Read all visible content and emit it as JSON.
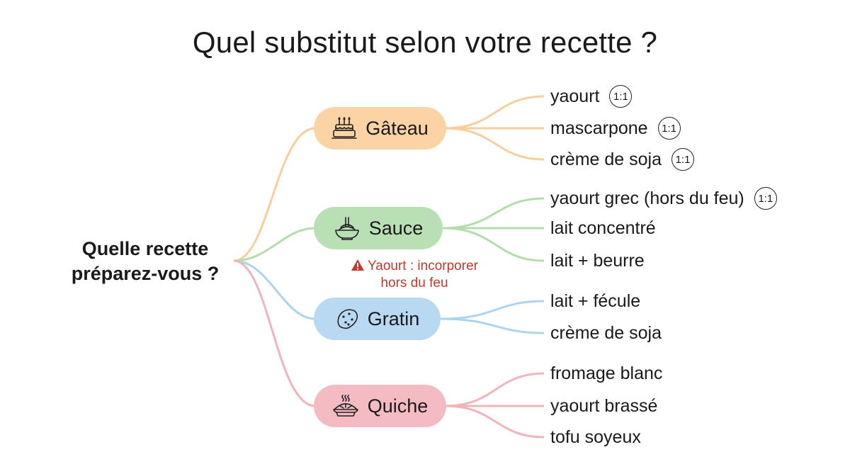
{
  "title": "Quel substitut selon votre recette ?",
  "root": {
    "line1": "Quelle recette",
    "line2": "préparez-vous ?"
  },
  "categories": [
    {
      "label": "Gâteau",
      "icon": "cake-icon",
      "fill": "#fbd3a4",
      "line": "#f6cf9c",
      "leaves": [
        {
          "text": "yaourt",
          "badge": "1:1"
        },
        {
          "text": "mascarpone",
          "badge": "1:1"
        },
        {
          "text": "crème de soja",
          "badge": "1:1"
        }
      ]
    },
    {
      "label": "Sauce",
      "icon": "pasta-bowl-icon",
      "fill": "#b9e0b4",
      "line": "#b6dcae",
      "leaves": [
        {
          "text": "yaourt grec (hors du feu)",
          "badge": "1:1"
        },
        {
          "text": "lait concentré"
        },
        {
          "text": "lait + beurre"
        }
      ]
    },
    {
      "label": "Gratin",
      "icon": "potato-icon",
      "fill": "#b9d9f2",
      "line": "#aed3ee",
      "leaves": [
        {
          "text": "lait + fécule"
        },
        {
          "text": "crème de soja"
        }
      ]
    },
    {
      "label": "Quiche",
      "icon": "pie-icon",
      "fill": "#f4bcc2",
      "line": "#efb5bb",
      "leaves": [
        {
          "text": "fromage blanc"
        },
        {
          "text": "yaourt brassé"
        },
        {
          "text": "tofu soyeux"
        }
      ]
    }
  ],
  "warning": {
    "icon": "warning-icon",
    "line1": "Yaourt : incorporer",
    "line2": "hors du feu"
  },
  "colors": {
    "warning": "#c0392b",
    "text": "#1a1a1a"
  }
}
